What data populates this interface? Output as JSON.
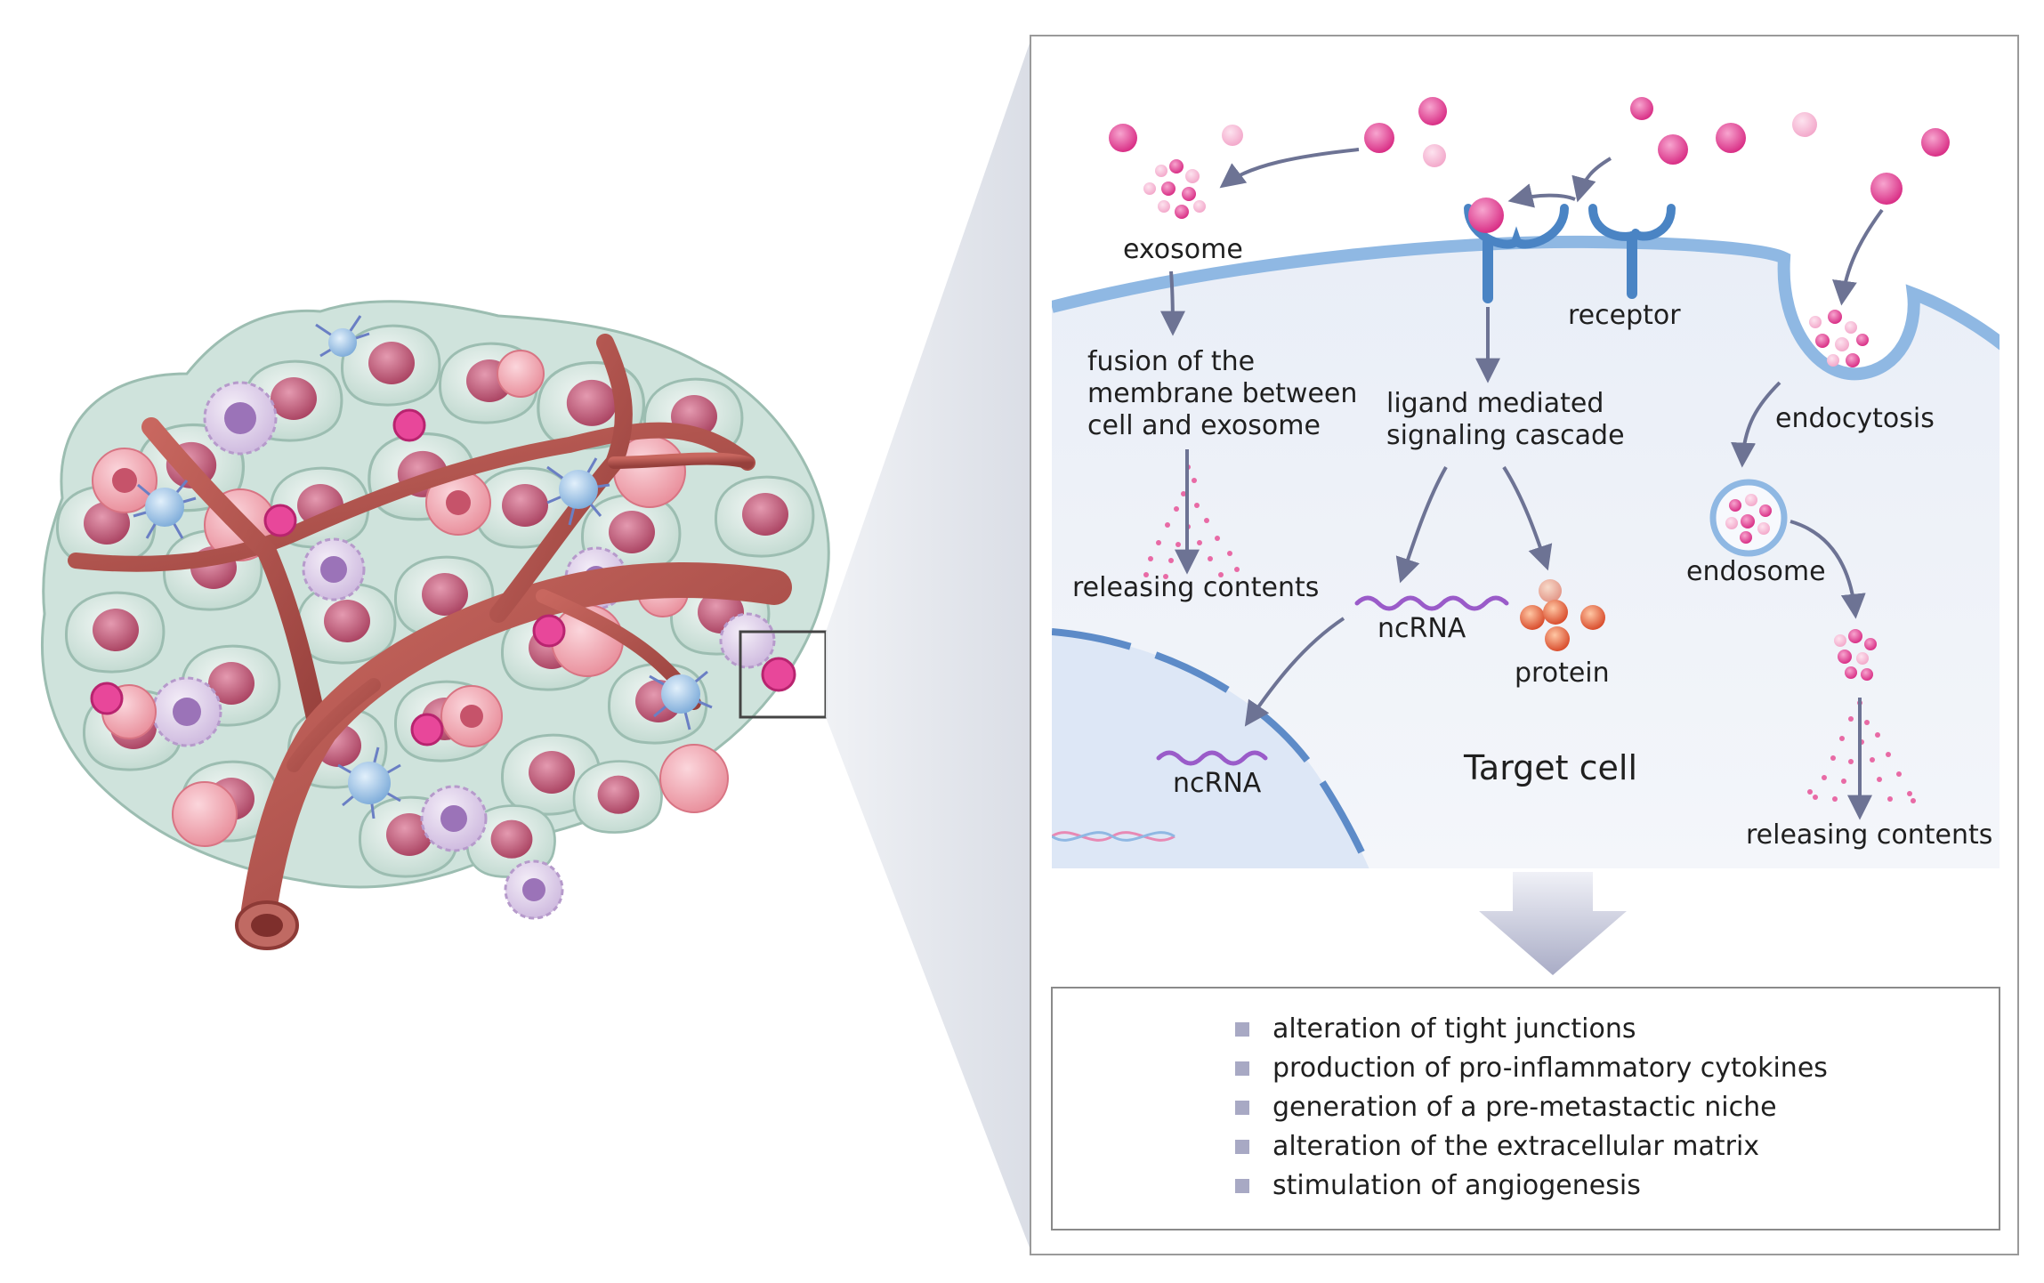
{
  "labels": {
    "exosome": "exosome",
    "receptor": "receptor",
    "endocytosis": "endocytosis",
    "endosome": "endosome",
    "fusion_line1": "fusion of the",
    "fusion_line2": "membrane between",
    "fusion_line3": "cell and exosome",
    "releasing_left": "releasing contents",
    "ligand_line1": "ligand mediated",
    "ligand_line2": "signaling cascade",
    "ncrna_cyto": "ncRNA",
    "protein": "protein",
    "ncrna_nucleus": "ncRNA",
    "target_cell": "Target cell",
    "releasing_right": "releasing contents"
  },
  "effects": [
    "alteration of tight junctions",
    "production of pro-inflammatory cytokines",
    "generation of a pre-metastactic niche",
    "alteration of the extracellular matrix",
    "stimulation of angiogenesis"
  ],
  "colors": {
    "exosome": "#e8479a",
    "exosome_light": "#f6b5d3",
    "membrane": "#8fb8e3",
    "receptor": "#4a84c4",
    "cytoplasm": "#eef2f9",
    "nucleus": "#dde7f6",
    "arrow": "#6d7394",
    "vessel": "#b5524d",
    "tumor_cell": "#d8e8e2",
    "tumor_nucleus": "#b24d6f",
    "bullet": "#a8a9c4"
  }
}
